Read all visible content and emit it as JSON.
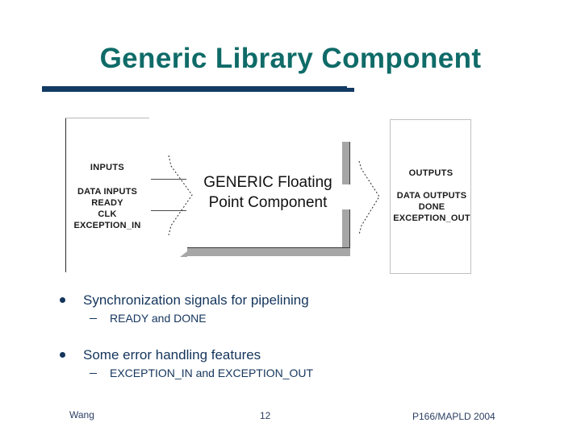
{
  "slide": {
    "title": "Generic Library Component"
  },
  "diagram": {
    "inputs": {
      "heading": "INPUTS",
      "signals": "DATA INPUTS\nREADY\nCLK\nEXCEPTION_IN"
    },
    "component": {
      "label": "GENERIC Floating\nPoint Component"
    },
    "outputs": {
      "heading": "OUTPUTS",
      "signals": "DATA OUTPUTS\nDONE\nEXCEPTION_OUT"
    }
  },
  "bullets": [
    {
      "text": "Synchronization signals for pipelining",
      "sub": "READY and DONE"
    },
    {
      "text": "Some error handling features",
      "sub": "EXCEPTION_IN and EXCEPTION_OUT"
    }
  ],
  "footer": {
    "author": "Wang",
    "page": "12",
    "reference": "P166/MAPLD 2004"
  },
  "colors": {
    "title": "#0f6b68",
    "rule": "#123a63",
    "bullet": "#14355c",
    "shadow": "#a6a6a6"
  }
}
